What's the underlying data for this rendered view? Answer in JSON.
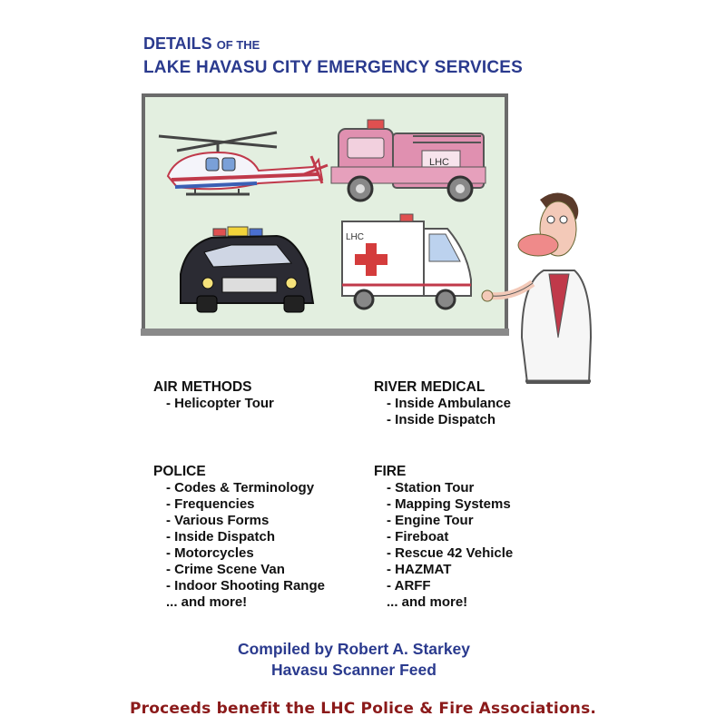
{
  "title": {
    "line1_big": "DETAILS",
    "line1_small": "OF THE",
    "line2": "LAKE HAVASU CITY EMERGENCY SERVICES"
  },
  "illustration": {
    "ambulance_label": "LHC",
    "fire_truck_label": "LHC"
  },
  "air_methods": {
    "heading": "AIR METHODS",
    "items": [
      "- Helicopter Tour"
    ]
  },
  "river_medical": {
    "heading": "RIVER MEDICAL",
    "items": [
      "- Inside Ambulance",
      "- Inside Dispatch"
    ]
  },
  "police": {
    "heading": "POLICE",
    "items": [
      "- Codes & Terminology",
      "- Frequencies",
      "- Various Forms",
      "- Inside Dispatch",
      "- Motorcycles",
      "- Crime Scene Van",
      "- Indoor Shooting Range"
    ],
    "more": "... and more!"
  },
  "fire": {
    "heading": "FIRE",
    "items": [
      "- Station Tour",
      "- Mapping Systems",
      "- Engine Tour",
      "- Fireboat",
      "- Rescue 42 Vehicle",
      "- HAZMAT",
      "- ARFF"
    ],
    "more": "... and more!"
  },
  "credits": {
    "line1": "Compiled by Robert A. Starkey",
    "line2": "Havasu Scanner Feed"
  },
  "footer": "Proceeds benefit the LHC Police & Fire Associations.",
  "colors": {
    "title": "#2a3a8e",
    "footer": "#8b1a1a",
    "board_fill": "#e3efe0",
    "board_frame": "#6b6b6b"
  }
}
